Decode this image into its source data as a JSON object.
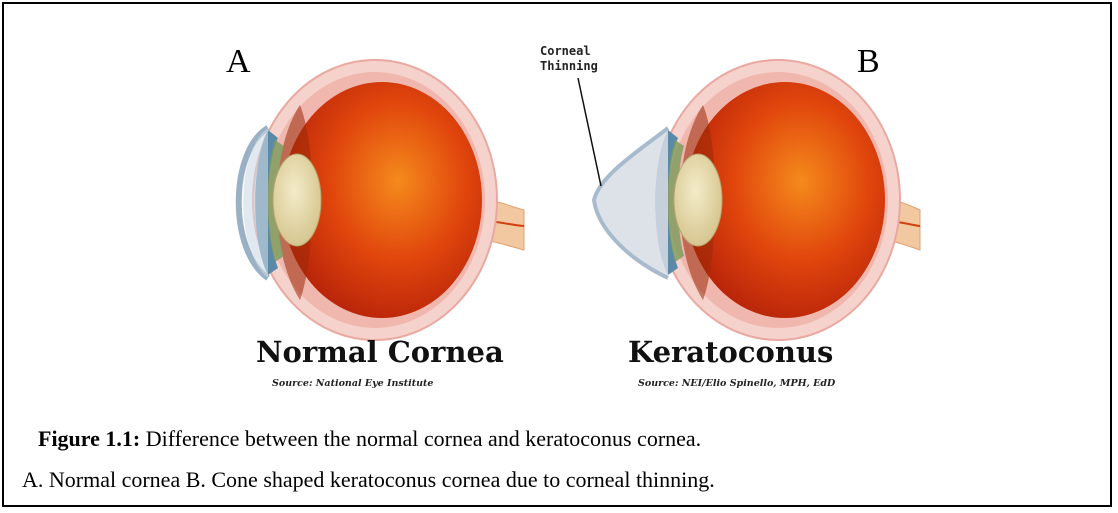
{
  "panel_a": {
    "letter": "A",
    "title": "Normal Cornea",
    "source": "Source: National Eye Institute"
  },
  "panel_b": {
    "letter": "B",
    "title": "Keratoconus",
    "source": "Source: NEI/Elio Spinello, MPH, EdD",
    "annotation_line1": "Corneal",
    "annotation_line2": "Thinning"
  },
  "caption": {
    "label": "Figure 1.1:",
    "text": " Difference between the normal cornea and keratoconus cornea.",
    "detail": "A. Normal cornea B. Cone shaped keratoconus cornea due to corneal thinning."
  },
  "colors": {
    "eye_red": "#d8300a",
    "eye_orange": "#f07a16",
    "sclera": "#f4c6c0",
    "lens": "#e8dcb0",
    "iris": "#3c6a8c"
  }
}
